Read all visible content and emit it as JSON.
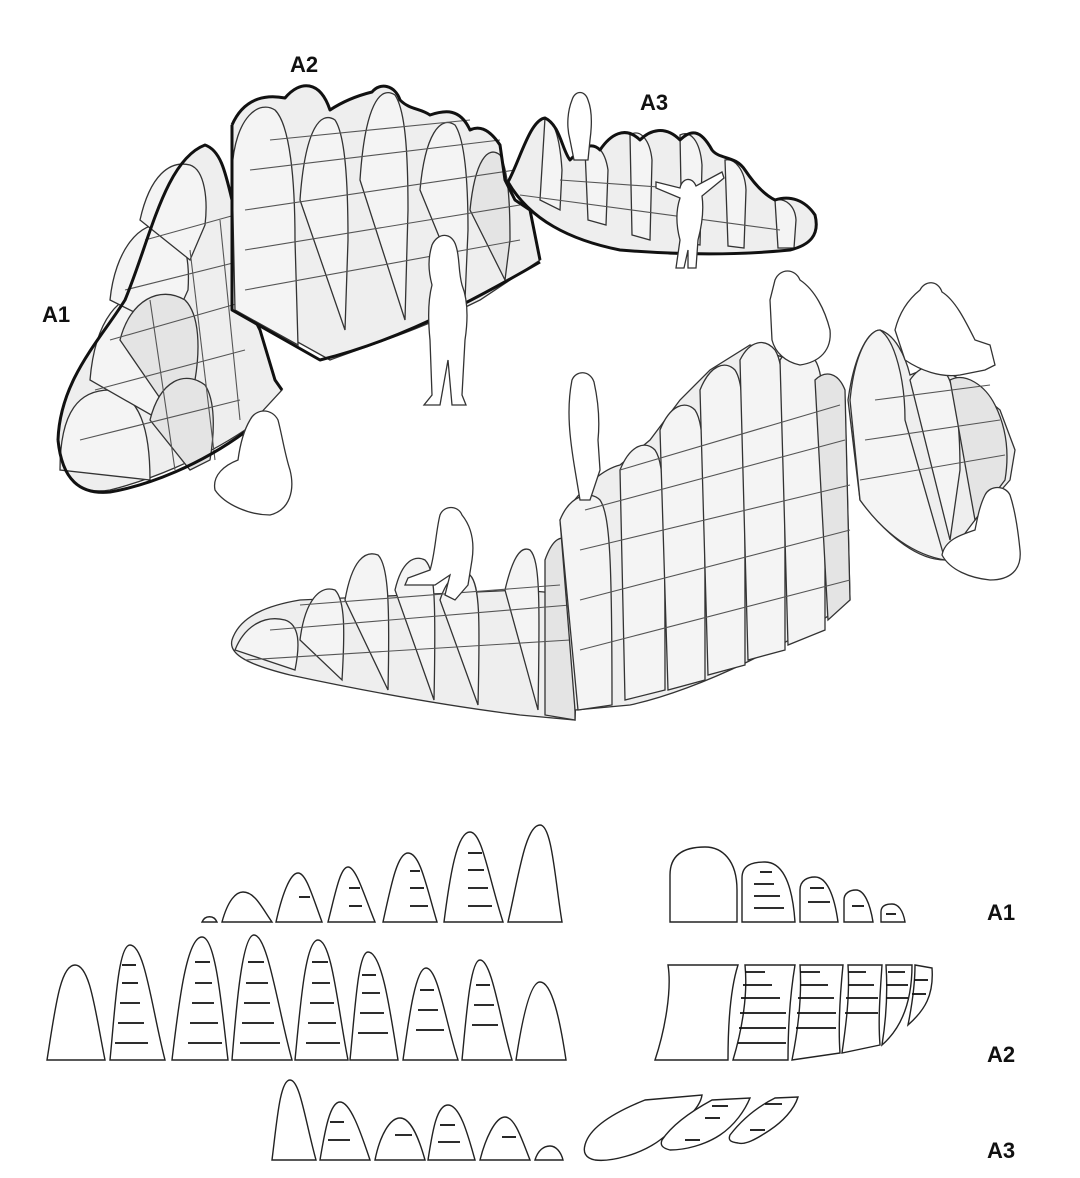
{
  "module_labels": {
    "a1": "A1",
    "a2": "A2",
    "a3": "A3"
  },
  "parts_labels": {
    "a1": "A1",
    "a2": "A2",
    "a3": "A3"
  }
}
